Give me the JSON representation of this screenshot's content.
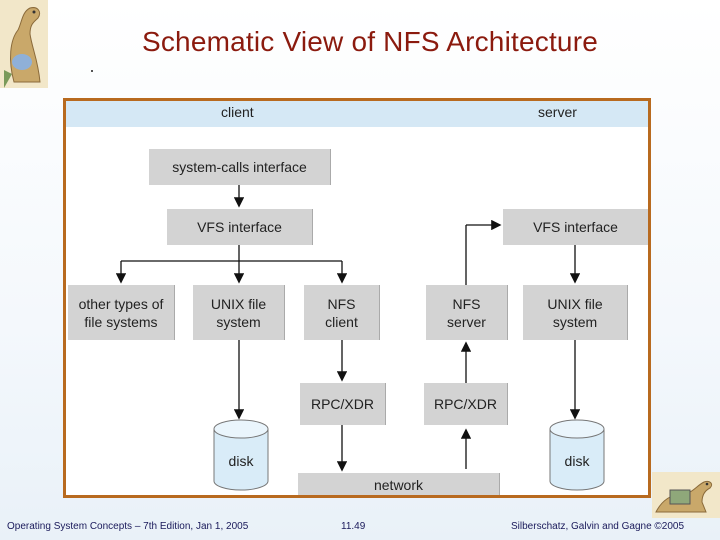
{
  "slide": {
    "title": "Schematic View of NFS Architecture"
  },
  "diagram": {
    "client_label": "client",
    "server_label": "server",
    "boxes": {
      "syscalls": "system-calls interface",
      "vfs_client": "VFS interface",
      "vfs_server": "VFS interface",
      "other_fs": "other types of\nfile systems",
      "unix_client": "UNIX file\nsystem",
      "nfs_client": "NFS\nclient",
      "nfs_server": "NFS\nserver",
      "unix_server": "UNIX file\nsystem",
      "rpc_client": "RPC/XDR",
      "rpc_server": "RPC/XDR",
      "network": "network"
    },
    "disks": {
      "client": "disk",
      "server": "disk"
    }
  },
  "footer": {
    "left": "Operating System Concepts – 7th Edition, Jan 1, 2005",
    "center": "11.49",
    "right": "Silberschatz, Galvin and Gagne ©2005"
  },
  "colors": {
    "title": "#8b1a0e",
    "frame": "#b86a1f",
    "box": "#d3d3d3",
    "band": "#d5e8f5",
    "disk": "#d9ecf8"
  }
}
